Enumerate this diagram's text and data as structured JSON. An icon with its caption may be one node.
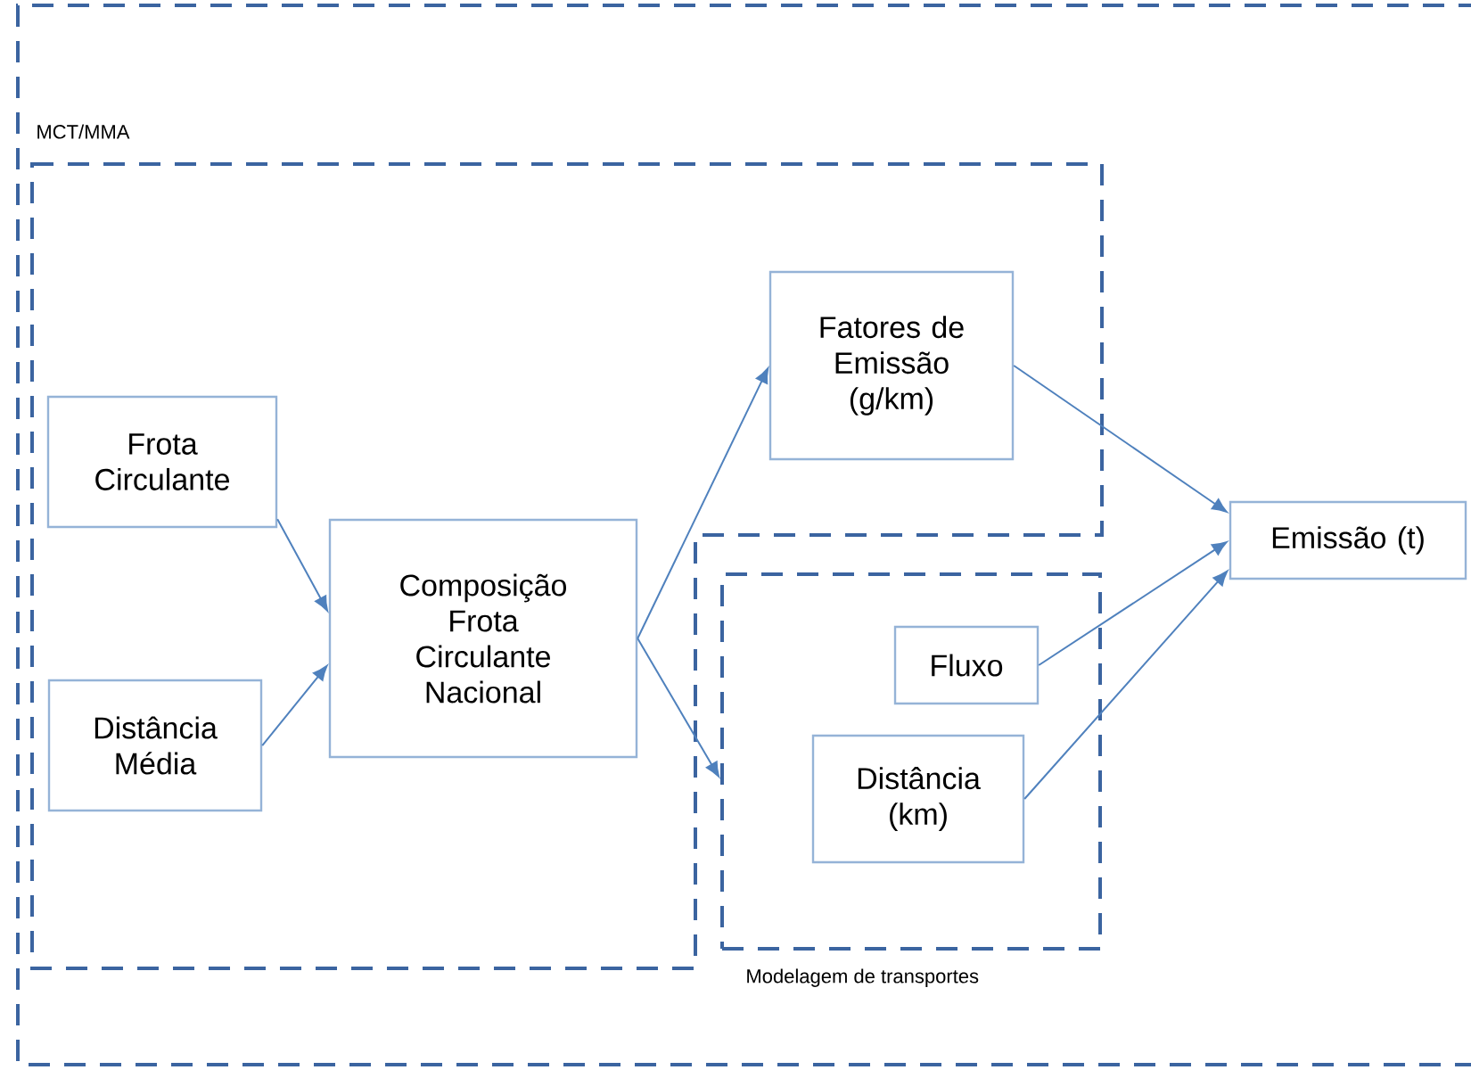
{
  "diagram": {
    "nodes": [
      {
        "text": [
          "MCT/MMA"
        ]
      },
      {
        "text": [
          "Frota Circulante"
        ],
        "in": 0
      },
      {
        "text": [
          "Distância Média"
        ],
        "in": 0
      },
      {
        "text": [
          "Composição Frota Circulante Nacional"
        ],
        "in": 0
      },
      {
        "text": [
          "Fatores de Emissão (g/km)"
        ],
        "in": 0
      },
      {
        "text": [
          "Emissão (t)"
        ]
      },
      {
        "text": [
          "Modelagem de transportes"
        ]
      },
      {
        "text": [
          "Fluxo"
        ],
        "in": 6
      },
      {
        "text": [
          "Distância (km)"
        ],
        "in": 6
      }
    ],
    "edges": [
      {
        "from": 1,
        "to": 3,
        "arrow": "to"
      },
      {
        "from": 2,
        "to": 3,
        "arrow": "to"
      },
      {
        "from": 3,
        "to": 4,
        "arrow": "to"
      },
      {
        "from": 3,
        "to": 6,
        "arrow": "to"
      },
      {
        "from": 4,
        "to": 5,
        "arrow": "to"
      },
      {
        "from": 7,
        "to": 5,
        "arrow": "to"
      },
      {
        "from": 8,
        "to": 5,
        "arrow": "to"
      }
    ]
  }
}
